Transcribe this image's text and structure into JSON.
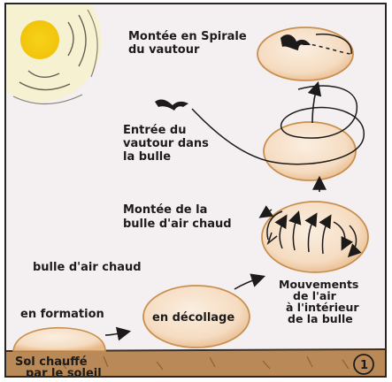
{
  "colors": {
    "sky": "#f4f0f2",
    "sun_core": "#f7d21a",
    "sun_glow": "#f3ec9b",
    "bubble_fill": "#f5dcc1",
    "bubble_edge": "#c98f4f",
    "ground": "#b98a57",
    "ink": "#1d1b1a"
  },
  "labels": {
    "spiral_line1": "Montée en Spirale",
    "spiral_line2": "du vautour",
    "entry_line1": "Entrée du",
    "entry_line2": "vautour dans",
    "entry_line3": "la bulle",
    "rise_line1": "Montée de la",
    "rise_line2": "bulle d'air chaud",
    "hot_air": "bulle d'air chaud",
    "in_formation": "en formation",
    "takeoff": "en décollage",
    "movements_line1": "Mouvements",
    "movements_line2": "de l'air",
    "movements_line3": "à l'intérieur",
    "movements_line4": "de la bulle",
    "ground_line1": "Sol chauffé",
    "ground_line2": "par le soleil",
    "panel_number": "1"
  },
  "icons": [
    "sun-icon",
    "vulture-icon",
    "vulture-icon"
  ]
}
